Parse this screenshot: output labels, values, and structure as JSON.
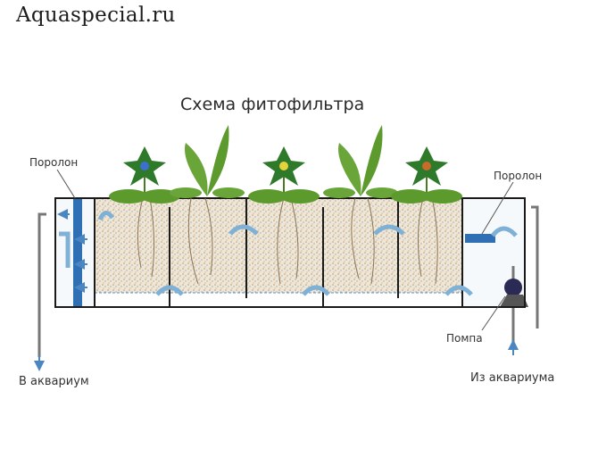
{
  "watermark": "Aquaspecial.ru",
  "title": "Схема фитофильтра",
  "labels": {
    "foam_left": "Поролон",
    "foam_right": "Поролон",
    "pump": "Помпа",
    "to_aquarium": "В аквариум",
    "from_aquarium": "Из аквариума"
  },
  "colors": {
    "frame": "#1a1a1a",
    "foam": "#2f6fb3",
    "arrow_blue": "#7fb1d6",
    "substrate": "#d9cdb9",
    "leaf": "#5d9a2e",
    "pump": "#2a2a55"
  },
  "flowers": [
    "#3d6fd0",
    "#e6d23a",
    "#c86a2a"
  ]
}
